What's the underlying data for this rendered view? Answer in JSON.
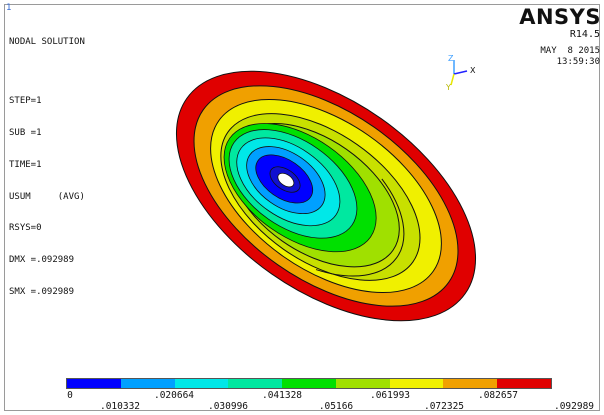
{
  "window": {
    "corner_mark": "1",
    "title": "NODAL SOLUTION",
    "info_lines": [
      "STEP=1",
      "SUB =1",
      "TIME=1",
      "USUM     (AVG)",
      "RSYS=0",
      "DMX =.092989",
      "SMX =.092989"
    ]
  },
  "header": {
    "brand": "ANSYS",
    "version": "R14.5",
    "date": "MAY  8 2015",
    "time": "13:59:30"
  },
  "triad": {
    "axis_z": "Z",
    "axis_x": "X",
    "axis_y": "Y",
    "colors": {
      "z": "#3fa0ff",
      "x": "#2020ff",
      "y": "#e8e800"
    }
  },
  "legend": {
    "colors": [
      "#0000ff",
      "#00a0ff",
      "#00e8e8",
      "#00e8a0",
      "#00e000",
      "#a0e000",
      "#f0f000",
      "#f0a000",
      "#e00000"
    ],
    "labels_top": [
      "0",
      ".020664",
      ".041328",
      ".061993",
      ".082657"
    ],
    "labels_bottom": [
      ".010332",
      ".030996",
      ".05166",
      ".072325",
      ".092989"
    ]
  }
}
